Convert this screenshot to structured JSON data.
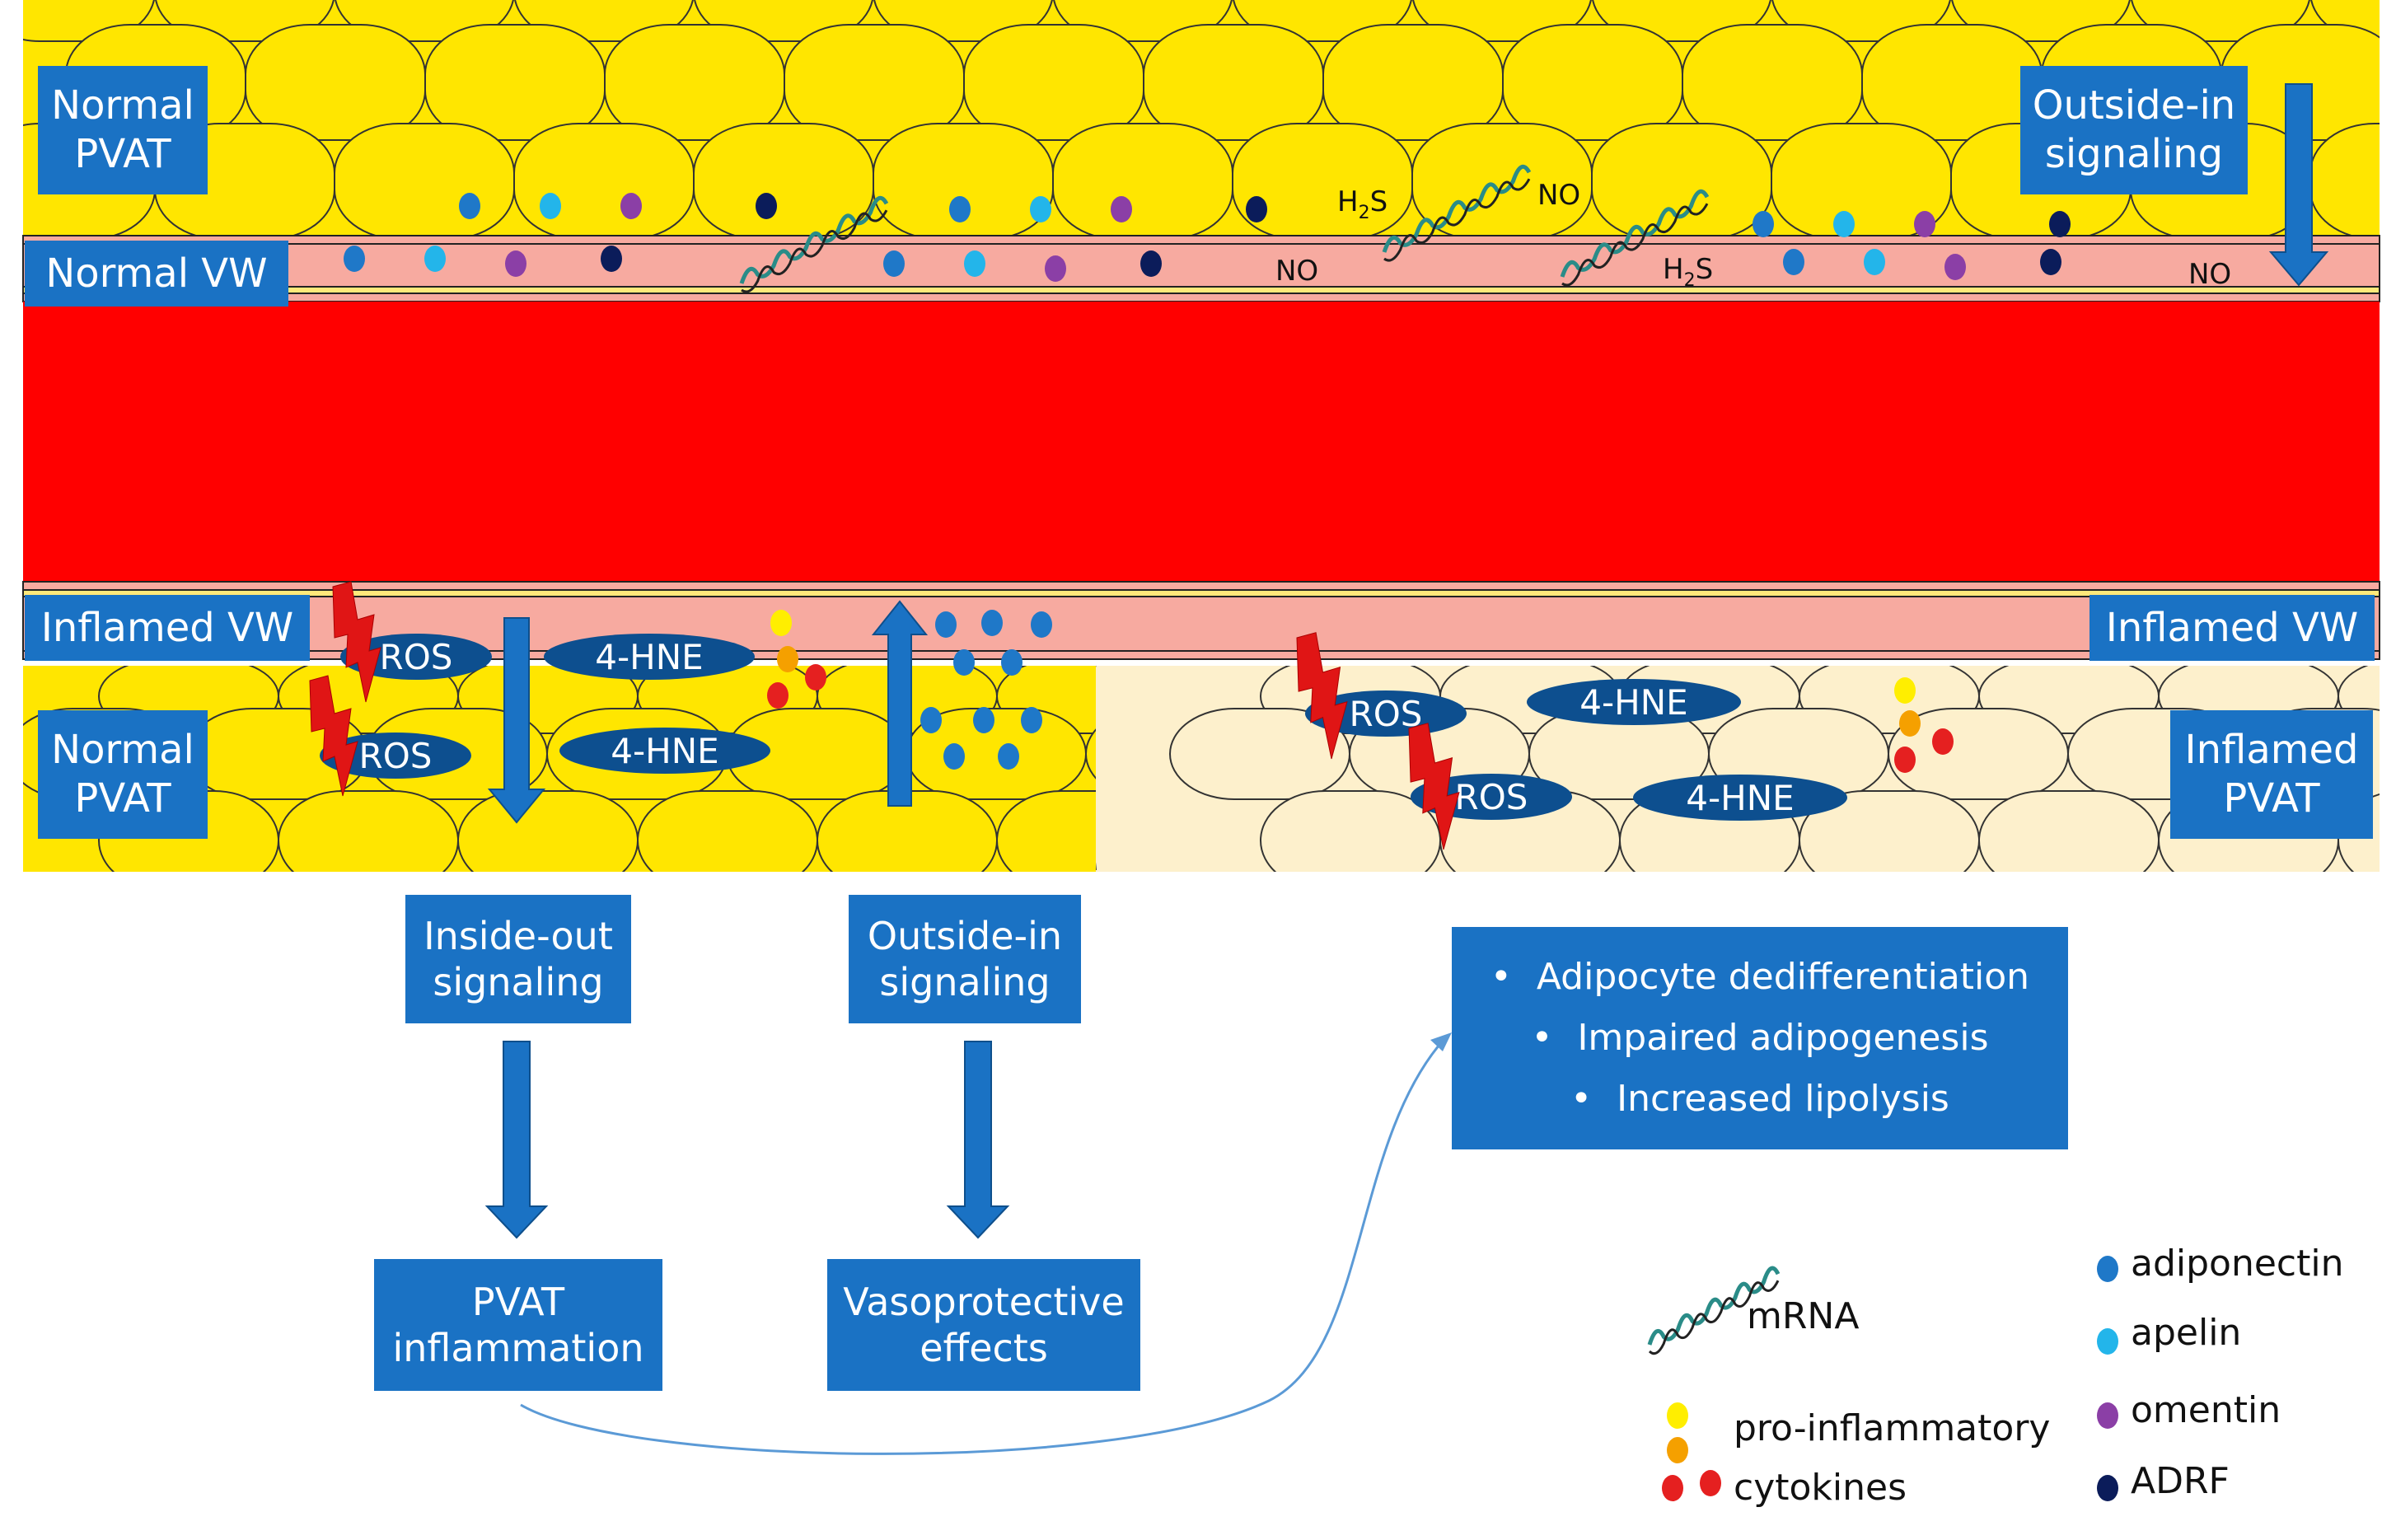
{
  "labels": {
    "normal_pvat_top": [
      "Normal",
      "PVAT"
    ],
    "normal_vw": "Normal VW",
    "outside_in_top": [
      "Outside-in",
      "signaling"
    ],
    "inflamed_vw_left": "Inflamed VW",
    "inflamed_vw_right": "Inflamed VW",
    "normal_pvat_bottom": [
      "Normal",
      "PVAT"
    ],
    "inflamed_pvat": [
      "Inflamed",
      "PVAT"
    ],
    "inside_out": [
      "Inside-out",
      "signaling"
    ],
    "outside_in_bottom": [
      "Outside-in",
      "signaling"
    ],
    "pvat_inflammation": [
      "PVAT",
      "inflammation"
    ],
    "vasoprotective": [
      "Vasoprotective",
      "effects"
    ]
  },
  "effects": [
    "Adipocyte dedifferentiation",
    "Impaired adipogenesis",
    "Increased lipolysis"
  ],
  "molecules": {
    "ros": "ROS",
    "hne": "4-HNE",
    "no": "NO",
    "h2s_base": "H",
    "h2s_sub": "2",
    "h2s_s": "S"
  },
  "legend": {
    "mrna": "mRNA",
    "cytokines": [
      "pro-inflammatory",
      "cytokines"
    ],
    "adiponectin": "adiponectin",
    "apelin": "apelin",
    "omentin": "omentin",
    "adrf": "ADRF"
  },
  "colors": {
    "label_blue": "#1a72c4",
    "adiponectin": "#1f78c8",
    "apelin": "#23b5ea",
    "omentin": "#8b3fa6",
    "adrf": "#0b1c5a",
    "normal_fat": "#ffe600",
    "inflamed_fat": "#fdf0cc",
    "vessel_wall": "#f7aaa0",
    "lumen": "#ff0000",
    "molecule_oval": "#0d4f8f",
    "lightning": "#e01515",
    "cyto_yellow": "#ffee00",
    "cyto_orange": "#f5a000",
    "cyto_red": "#e52020",
    "mrna_teal": "#2a8c88"
  }
}
